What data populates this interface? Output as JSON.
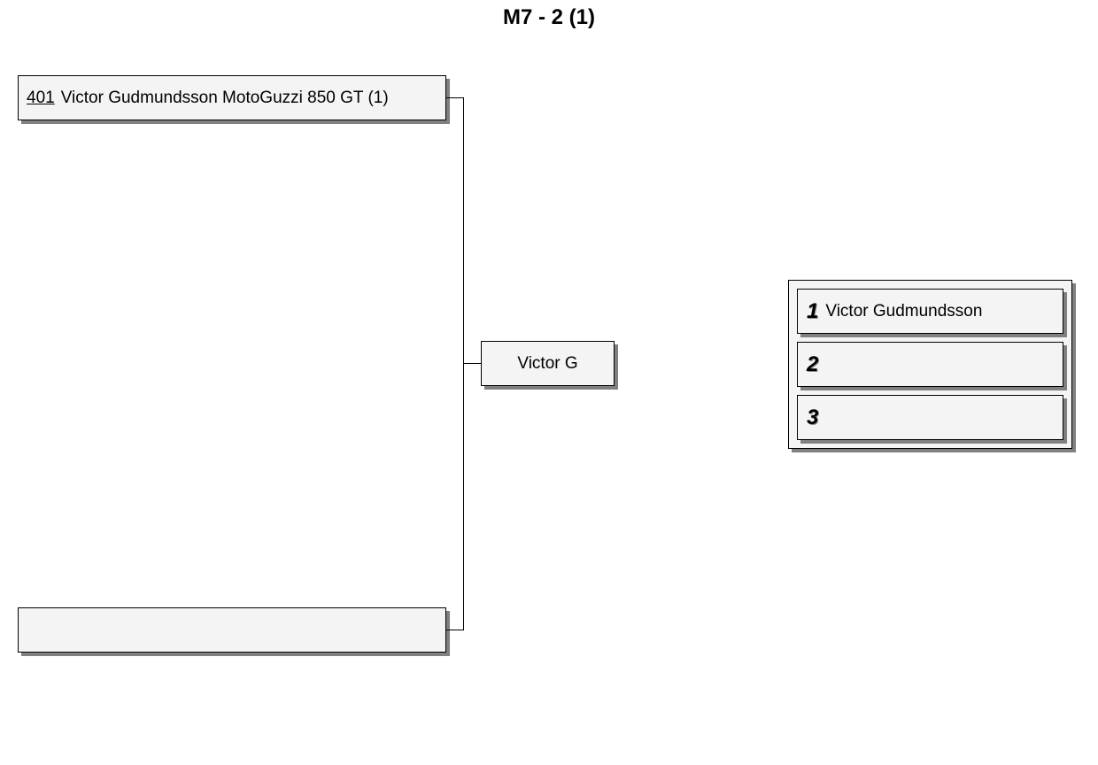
{
  "title": "M7 - 2 (1)",
  "round1": [
    {
      "seed": "401",
      "label": "Victor Gudmundsson MotoGuzzi 850 GT (1)"
    },
    {
      "seed": "",
      "label": ""
    }
  ],
  "winner": {
    "label": "Victor G"
  },
  "podium": [
    {
      "place": "1",
      "name": "Victor Gudmundsson"
    },
    {
      "place": "2",
      "name": ""
    },
    {
      "place": "3",
      "name": ""
    }
  ]
}
